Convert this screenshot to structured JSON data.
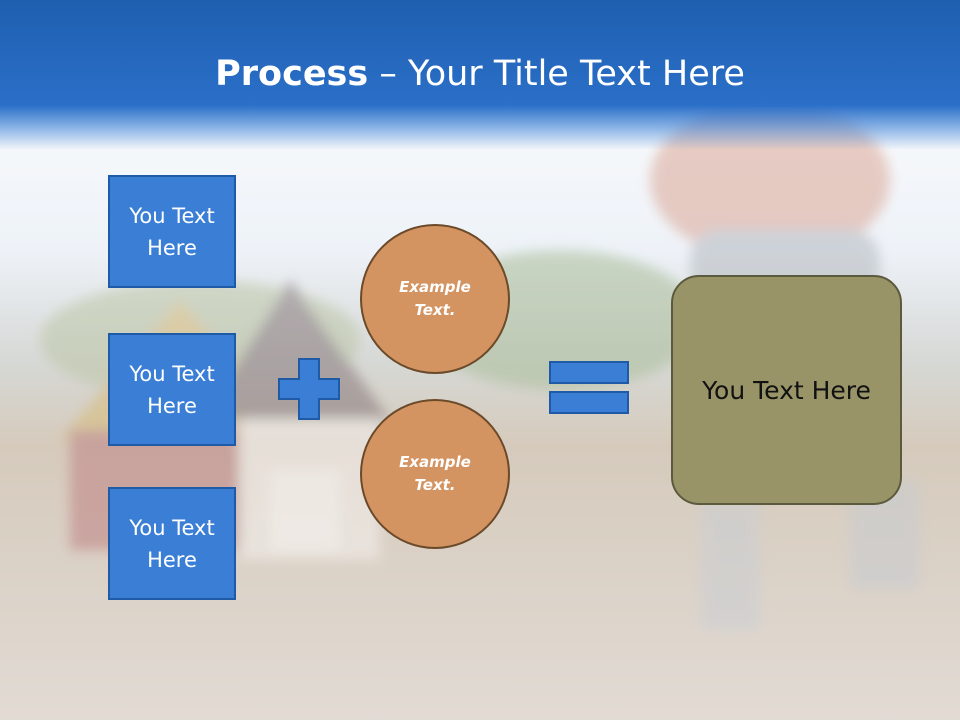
{
  "title": {
    "bold": "Process",
    "dash": " – ",
    "rest": "Your Title Text Here"
  },
  "boxes": [
    "You Text Here",
    "You Text Here",
    "You Text Here"
  ],
  "circles": [
    "Example Text.",
    "Example Text."
  ],
  "result": "You Text Here",
  "colors": {
    "box": "#3a7ed6",
    "circle": "#d39462",
    "result": "#989468",
    "header": "#2a6fc8"
  }
}
